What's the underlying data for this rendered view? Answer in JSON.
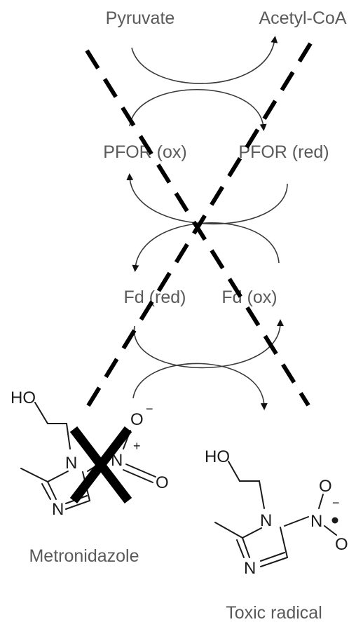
{
  "labels": {
    "pyruvate": "Pyruvate",
    "acetyl_coa": "Acetyl-CoA",
    "pfor_ox": "PFOR (ox)",
    "pfor_red": "PFOR (red)",
    "fd_red": "Fd (red)",
    "fd_ox": "Fd (ox)",
    "metronidazole": "Metronidazole",
    "toxic_radical": "Toxic radical"
  },
  "molecule_atoms": {
    "ho": "HO",
    "n": "N",
    "o": "O",
    "minus": "−",
    "plus": "+"
  },
  "colors": {
    "label_text": "#5a5a5a",
    "structure": "#1a1a1a",
    "dashed_cross": "#000000"
  }
}
